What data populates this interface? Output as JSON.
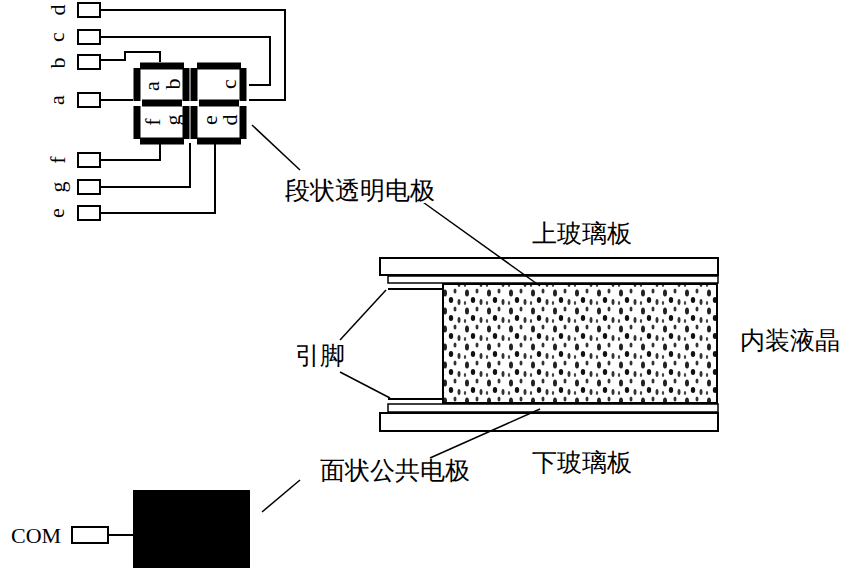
{
  "diagram": {
    "labels": [
      "d",
      "c",
      "b",
      "a",
      "f",
      "g",
      "e",
      "f",
      "a",
      "b",
      "g",
      "e",
      "d",
      "c",
      "段状透明电极",
      "上玻璃板",
      "引脚",
      "内装液晶",
      "面状公共电极",
      "下玻璃板",
      "COM"
    ]
  }
}
